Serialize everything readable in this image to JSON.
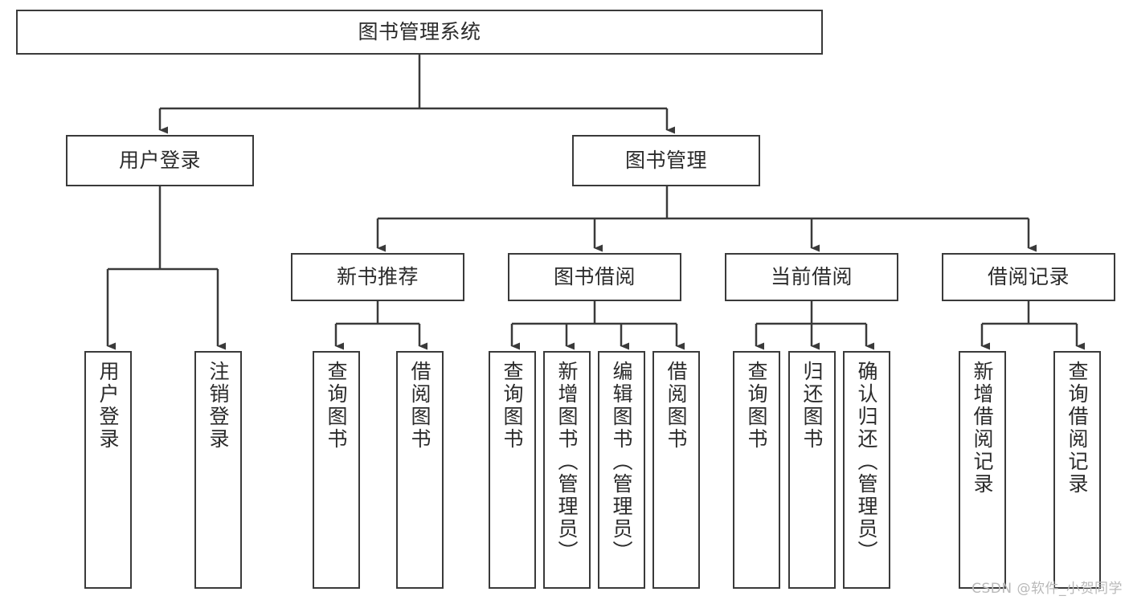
{
  "diagram": {
    "type": "tree-hierarchy-chart",
    "title": "图书管理系统",
    "line_color": "#3a3a3a",
    "box_fill": "#ffffff",
    "text_color": "#2b2b2b",
    "watermark": "CSDN @软件_小贺同学"
  },
  "nodes": {
    "root": {
      "label": "图书管理系统"
    },
    "level1": [
      {
        "label": "用户登录"
      },
      {
        "label": "图书管理"
      }
    ],
    "level2": [
      {
        "label": "新书推荐"
      },
      {
        "label": "图书借阅"
      },
      {
        "label": "当前借阅"
      },
      {
        "label": "借阅记录"
      }
    ],
    "leaves": {
      "user_login": [
        {
          "label": "用户登录"
        },
        {
          "label": "注销登录"
        }
      ],
      "new_book": [
        {
          "label": "查询图书"
        },
        {
          "label": "借阅图书"
        }
      ],
      "book_borrow": [
        {
          "label": "查询图书"
        },
        {
          "label": "新增图书（管理员）"
        },
        {
          "label": "编辑图书（管理员）"
        },
        {
          "label": "借阅图书"
        }
      ],
      "current_borrow": [
        {
          "label": "查询图书"
        },
        {
          "label": "归还图书"
        },
        {
          "label": "确认归还（管理员）"
        }
      ],
      "borrow_record": [
        {
          "label": "新增借阅记录"
        },
        {
          "label": "查询借阅记录"
        }
      ]
    }
  }
}
